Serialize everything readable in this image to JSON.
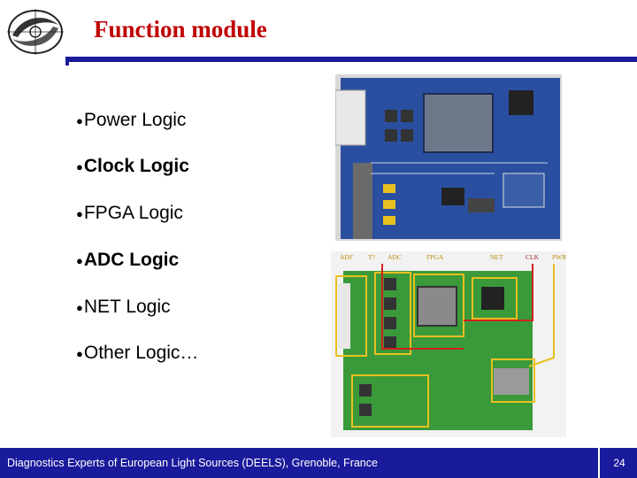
{
  "slide": {
    "title": "Function module",
    "bullets": [
      {
        "text": "Power Logic",
        "bold": false
      },
      {
        "text": "Clock Logic",
        "bold": true
      },
      {
        "text": "FPGA Logic",
        "bold": false
      },
      {
        "text": "ADC Logic",
        "bold": true
      },
      {
        "text": "NET Logic",
        "bold": false
      },
      {
        "text": "Other Logic…",
        "bold": false
      }
    ],
    "bullet_glyph": "●"
  },
  "annotated_board": {
    "labels": [
      "ADF",
      "T?",
      "ADC",
      "FPGA",
      "NET",
      "CLK",
      "PWR"
    ]
  },
  "footer": {
    "text": "Diagnostics Experts of European Light Sources (DEELS), Grenoble, France",
    "page_number": "24"
  },
  "colors": {
    "title": "#c00000",
    "accent_bar": "#1a1a9c",
    "board_blue": "#2a4fa0",
    "board_green": "#3a9a3a",
    "annotation_yellow": "#e8c020",
    "annotation_red": "#d02020"
  }
}
